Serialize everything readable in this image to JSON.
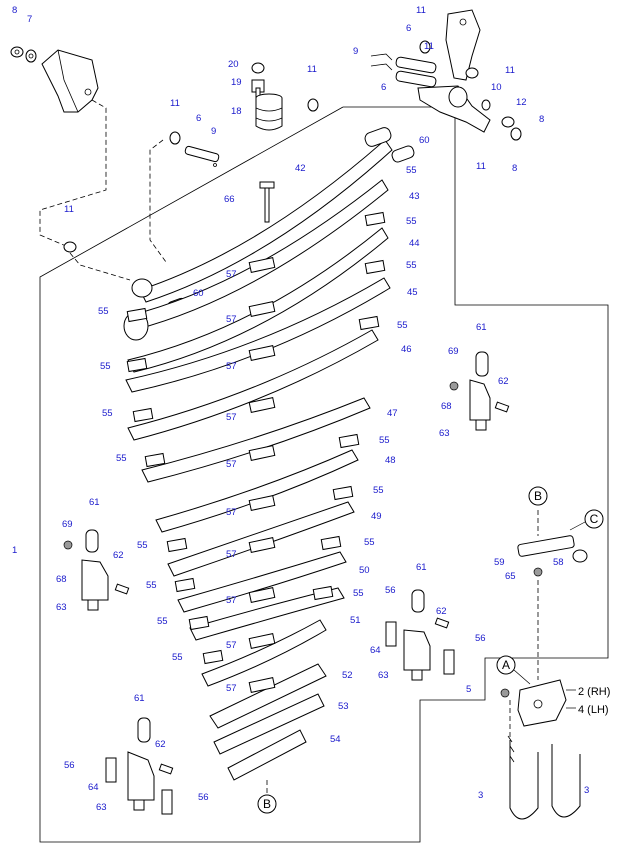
{
  "part_labels": [
    {
      "id": "p8a",
      "text": "8"
    },
    {
      "id": "p7a",
      "text": "7"
    },
    {
      "id": "p11a",
      "text": "11"
    },
    {
      "id": "p6a",
      "text": "6"
    },
    {
      "id": "p9a",
      "text": "9"
    },
    {
      "id": "p11b",
      "text": "11"
    },
    {
      "id": "p6b",
      "text": "6"
    },
    {
      "id": "p11c",
      "text": "11"
    },
    {
      "id": "p10",
      "text": "10"
    },
    {
      "id": "p12",
      "text": "12"
    },
    {
      "id": "p8b",
      "text": "8"
    },
    {
      "id": "p8c",
      "text": "8"
    },
    {
      "id": "p20",
      "text": "20"
    },
    {
      "id": "p19",
      "text": "19"
    },
    {
      "id": "p18",
      "text": "18"
    },
    {
      "id": "p11d",
      "text": "11"
    },
    {
      "id": "p11e",
      "text": "11"
    },
    {
      "id": "p6c",
      "text": "6"
    },
    {
      "id": "p9b",
      "text": "9"
    },
    {
      "id": "p60a",
      "text": "60"
    },
    {
      "id": "p55a",
      "text": "55"
    },
    {
      "id": "p42",
      "text": "42"
    },
    {
      "id": "p43",
      "text": "43"
    },
    {
      "id": "p11f",
      "text": "11"
    },
    {
      "id": "p66",
      "text": "66"
    },
    {
      "id": "p55b",
      "text": "55"
    },
    {
      "id": "p44",
      "text": "44"
    },
    {
      "id": "p55c",
      "text": "55"
    },
    {
      "id": "p11g",
      "text": "11"
    },
    {
      "id": "p57a",
      "text": "57"
    },
    {
      "id": "p45",
      "text": "45"
    },
    {
      "id": "p60b",
      "text": "60"
    },
    {
      "id": "p55d",
      "text": "55"
    },
    {
      "id": "p57b",
      "text": "57"
    },
    {
      "id": "p55e",
      "text": "55"
    },
    {
      "id": "p61a",
      "text": "61"
    },
    {
      "id": "p46",
      "text": "46"
    },
    {
      "id": "p69a",
      "text": "69"
    },
    {
      "id": "p55f",
      "text": "55"
    },
    {
      "id": "p57c",
      "text": "57"
    },
    {
      "id": "p62a",
      "text": "62"
    },
    {
      "id": "p68a",
      "text": "68"
    },
    {
      "id": "p55g",
      "text": "55"
    },
    {
      "id": "p47",
      "text": "47"
    },
    {
      "id": "p57d",
      "text": "57"
    },
    {
      "id": "p63a",
      "text": "63"
    },
    {
      "id": "p55h",
      "text": "55"
    },
    {
      "id": "p55i",
      "text": "55"
    },
    {
      "id": "p57e",
      "text": "57"
    },
    {
      "id": "p48",
      "text": "48"
    },
    {
      "id": "p55j",
      "text": "55"
    },
    {
      "id": "p61b",
      "text": "61"
    },
    {
      "id": "p57f",
      "text": "57"
    },
    {
      "id": "p49",
      "text": "49"
    },
    {
      "id": "p69b",
      "text": "69"
    },
    {
      "id": "p55k",
      "text": "55"
    },
    {
      "id": "p55l",
      "text": "55"
    },
    {
      "id": "p1",
      "text": "1"
    },
    {
      "id": "p62b",
      "text": "62"
    },
    {
      "id": "p57g",
      "text": "57"
    },
    {
      "id": "p59",
      "text": "59"
    },
    {
      "id": "p58",
      "text": "58"
    },
    {
      "id": "p65",
      "text": "65"
    },
    {
      "id": "p68b",
      "text": "68"
    },
    {
      "id": "p55m",
      "text": "55"
    },
    {
      "id": "p50",
      "text": "50"
    },
    {
      "id": "p61c",
      "text": "61"
    },
    {
      "id": "p63b",
      "text": "63"
    },
    {
      "id": "p57h",
      "text": "57"
    },
    {
      "id": "p55n",
      "text": "55"
    },
    {
      "id": "p56a",
      "text": "56"
    },
    {
      "id": "p62c",
      "text": "62"
    },
    {
      "id": "p55o",
      "text": "55"
    },
    {
      "id": "p51",
      "text": "51"
    },
    {
      "id": "p57i",
      "text": "57"
    },
    {
      "id": "p64a",
      "text": "64"
    },
    {
      "id": "p56b",
      "text": "56"
    },
    {
      "id": "p55p",
      "text": "55"
    },
    {
      "id": "p63c",
      "text": "63"
    },
    {
      "id": "p57j",
      "text": "57"
    },
    {
      "id": "p52",
      "text": "52"
    },
    {
      "id": "p61d",
      "text": "61"
    },
    {
      "id": "p53",
      "text": "53"
    },
    {
      "id": "p62d",
      "text": "62"
    },
    {
      "id": "p54",
      "text": "54"
    },
    {
      "id": "p56c",
      "text": "56"
    },
    {
      "id": "p64b",
      "text": "64"
    },
    {
      "id": "p56d",
      "text": "56"
    },
    {
      "id": "p63d",
      "text": "63"
    },
    {
      "id": "p5",
      "text": "5"
    },
    {
      "id": "p3a",
      "text": "3"
    },
    {
      "id": "p3b",
      "text": "3"
    }
  ],
  "side_labels": {
    "rh": "2 (RH)",
    "lh": "4 (LH)"
  },
  "callouts": {
    "a": "A",
    "b": "B",
    "c": "C"
  }
}
